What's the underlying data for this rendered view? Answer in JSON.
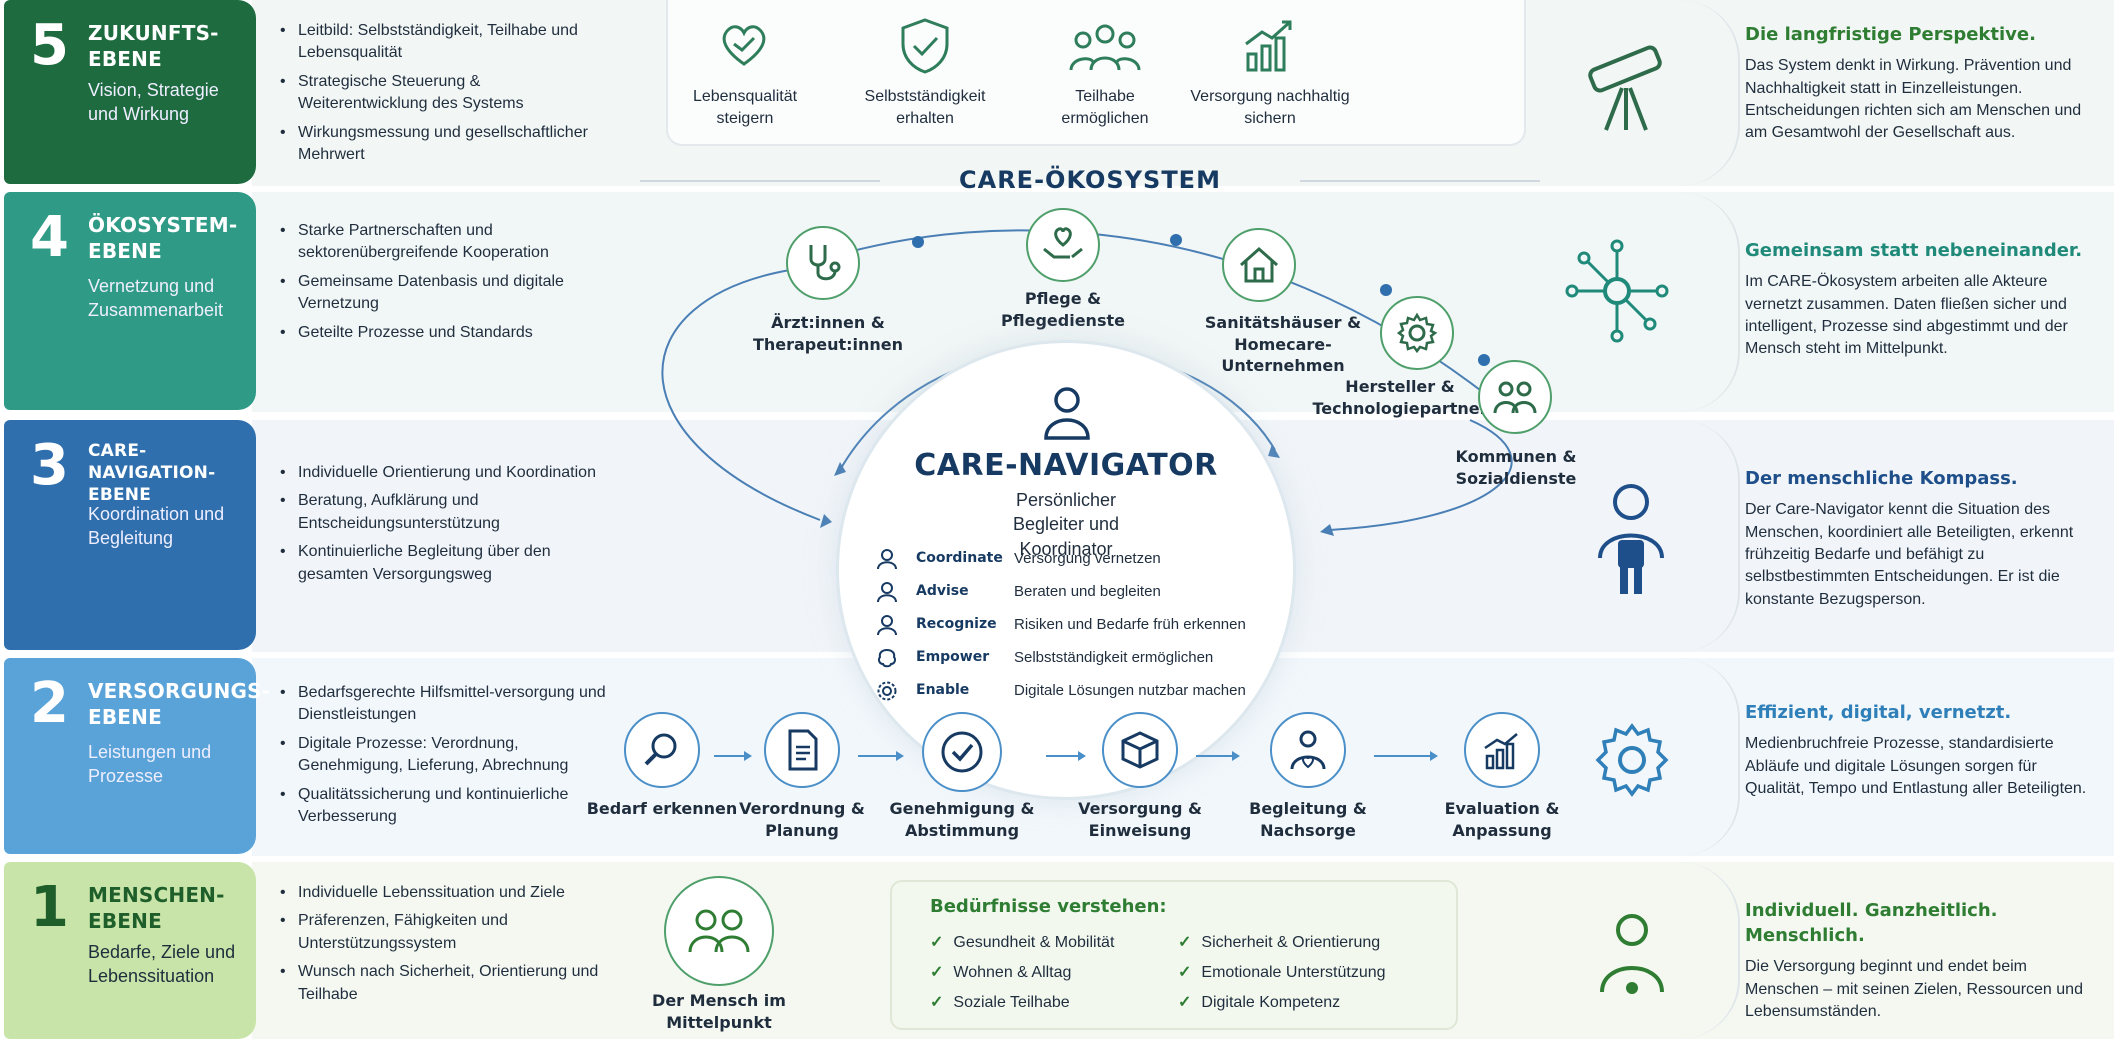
{
  "levels": [
    {
      "num": "5",
      "title": "ZUKUNFTS-\nEBENE",
      "subtitle": "Vision, Strategie und Wirkung",
      "color": "#1e6b40",
      "bullets": [
        "Leitbild: Selbstständigkeit, Teilhabe und Lebensqualität",
        "Strategische Steuerung & Weiterentwicklung des Systems",
        "Wirkungsmessung und gesellschaftlicher Mehrwert"
      ],
      "right_title": "Die langfristige Perspektive.",
      "right_title_color": "#2e7d32",
      "right_text": "Das System denkt in Wirkung. Prävention und Nachhaltigkeit statt in Einzelleistungen. Entscheidungen richten sich am Menschen und am Gesamtwohl der Gesellschaft aus.",
      "right_icon": "telescope-icon"
    },
    {
      "num": "4",
      "title": "ÖKOSYSTEM-\nEBENE",
      "subtitle": "Vernetzung und Zusammenarbeit",
      "color": "#2f9a86",
      "bullets": [
        "Starke Partnerschaften und sektorenübergreifende Kooperation",
        "Gemeinsame Datenbasis und digitale Vernetzung",
        "Geteilte Prozesse und Standards"
      ],
      "right_title": "Gemeinsam statt nebeneinander.",
      "right_title_color": "#1f8a7a",
      "right_text": "Im CARE-Ökosystem arbeiten alle Akteure vernetzt zusammen. Daten fließen sicher und intelligent, Prozesse sind abgestimmt und der Mensch steht im Mittelpunkt.",
      "right_icon": "network-icon"
    },
    {
      "num": "3",
      "title": "CARE-NAVIGATION-\nEBENE",
      "subtitle": "Koordination und Begleitung",
      "color": "#2f6fae",
      "bullets": [
        "Individuelle Orientierung und Koordination",
        "Beratung, Aufklärung und Entscheidungsunterstützung",
        "Kontinuierliche Begleitung über den gesamten Versorgungsweg"
      ],
      "right_title": "Der menschliche Kompass.",
      "right_title_color": "#1f4f8a",
      "right_text": "Der Care-Navigator kennt die Situation des Menschen, koordiniert alle Beteiligten, erkennt frühzeitig Bedarfe und befähigt zu selbstbestimmten Entscheidungen. Er ist die konstante Bezugsperson.",
      "right_icon": "person-icon"
    },
    {
      "num": "2",
      "title": "VERSORGUNGS-\nEBENE",
      "subtitle": "Leistungen und Prozesse",
      "color": "#5aa3d8",
      "bullets": [
        "Bedarfsgerechte Hilfsmittel-versorgung und Dienstleistungen",
        "Digitale Prozesse: Verordnung, Genehmigung, Lieferung, Abrechnung",
        "Qualitätssicherung und kontinuierliche Verbesserung"
      ],
      "right_title": "Effizient, digital, vernetzt.",
      "right_title_color": "#2f7fb8",
      "right_text": "Medienbruchfreie Prozesse, standardisierte Abläufe und digitale Lösungen sorgen für Qualität, Tempo und Entlastung aller Beteiligten.",
      "right_icon": "gear-icon"
    },
    {
      "num": "1",
      "title": "MENSCHEN-\nEBENE",
      "subtitle": "Bedarfe, Ziele und Lebenssituation",
      "color": "#c9e4a9",
      "bullets": [
        "Individuelle Lebenssituation und Ziele",
        "Präferenzen, Fähigkeiten und Unterstützungssystem",
        "Wunsch nach Sicherheit, Orientierung und Teilhabe"
      ],
      "right_title": "Individuell. Ganzheitlich. Menschlich.",
      "right_title_color": "#2e7d32",
      "right_text": "Die Versorgung beginnt und endet beim Menschen – mit seinen Zielen, Ressourcen und Lebensumständen.",
      "right_icon": "user-icon"
    }
  ],
  "vision_goals": [
    {
      "label": "Lebensqualität steigern",
      "icon": "heart-hands-icon"
    },
    {
      "label": "Selbstständigkeit erhalten",
      "icon": "shield-check-icon"
    },
    {
      "label": "Teilhabe ermöglichen",
      "icon": "group-icon"
    },
    {
      "label": "Versorgung nachhaltig sichern",
      "icon": "growth-chart-icon"
    }
  ],
  "ecosystem_title": "CARE-ÖKOSYSTEM",
  "partners": [
    {
      "label": "Ärzt:innen & Therapeut:innen",
      "icon": "stethoscope-icon"
    },
    {
      "label": "Pflege & Pflegedienste",
      "icon": "care-hands-icon"
    },
    {
      "label": "Sanitätshäuser & Homecare-Unternehmen",
      "icon": "house-icon"
    },
    {
      "label": "Hersteller & Technologiepartner",
      "icon": "gear-icon"
    },
    {
      "label": "Kommunen & Sozialdienste",
      "icon": "people-icon"
    }
  ],
  "navigator": {
    "title": "CARE-NAVIGATOR",
    "subtitle": "Persönlicher Begleiter und Koordinator",
    "roles": [
      {
        "key": "Coordinate",
        "text": "Versorgung vernetzen",
        "icon": "person-icon"
      },
      {
        "key": "Advise",
        "text": "Beraten und begleiten",
        "icon": "person-icon"
      },
      {
        "key": "Recognize",
        "text": "Risiken und Bedarfe früh erkennen",
        "icon": "person-icon"
      },
      {
        "key": "Empower",
        "text": "Selbstständigkeit ermöglichen",
        "icon": "brain-icon"
      },
      {
        "key": "Enable",
        "text": "Digitale Lösungen nutzbar machen",
        "icon": "settings-icon"
      }
    ]
  },
  "process_steps": [
    {
      "label": "Bedarf erkennen",
      "icon": "magnifier-icon"
    },
    {
      "label": "Verordnung & Planung",
      "icon": "document-icon"
    },
    {
      "label": "Genehmigung & Abstimmung",
      "icon": "check-circle-icon"
    },
    {
      "label": "Versorgung & Einweisung",
      "icon": "box-icon"
    },
    {
      "label": "Begleitung & Nachsorge",
      "icon": "person-heart-icon"
    },
    {
      "label": "Evaluation & Anpassung",
      "icon": "growth-chart-icon"
    }
  ],
  "person_center": {
    "label": "Der Mensch im Mittelpunkt",
    "icon": "people-icon"
  },
  "needs": {
    "title": "Bedürfnisse verstehen:",
    "items": [
      "Gesundheit & Mobilität",
      "Sicherheit & Orientierung",
      "Wohnen & Alltag",
      "Emotionale Unterstützung",
      "Soziale Teilhabe",
      "Digitale Kompetenz"
    ]
  }
}
